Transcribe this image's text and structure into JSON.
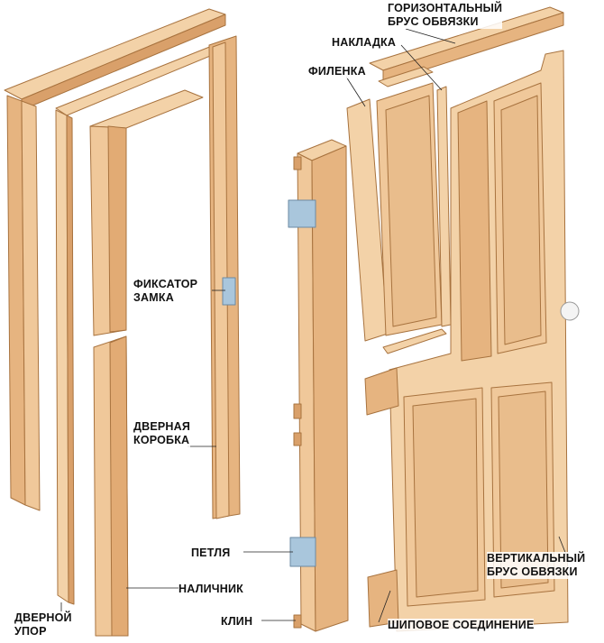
{
  "labels": {
    "horizontal_rail": [
      "ГОРИЗОНТАЛЬНЫЙ",
      "БРУС ОБВЯЗКИ"
    ],
    "overlay": "НАКЛАДКА",
    "panel": "ФИЛЕНКА",
    "lock_strike": [
      "ФИКСАТОР",
      "ЗАМКА"
    ],
    "door_frame": [
      "ДВЕРНАЯ",
      "КОРОБКА"
    ],
    "hinge": "ПЕТЛЯ",
    "casing": "НАЛИЧНИК",
    "door_stop": [
      "ДВЕРНОЙ",
      "УПОР"
    ],
    "wedge": "КЛИН",
    "tenon_joint": "ШИПОВОЕ СОЕДИНЕНИЕ",
    "vertical_stile": [
      "ВЕРТИКАЛЬНЫЙ",
      "БРУС ОБВЯЗКИ"
    ]
  },
  "colors": {
    "wood_light": "#f3d2a8",
    "wood_mid": "#e6b480",
    "wood_dark": "#c98d55",
    "outline": "#a8733f",
    "metal": "#a9c6dc"
  }
}
